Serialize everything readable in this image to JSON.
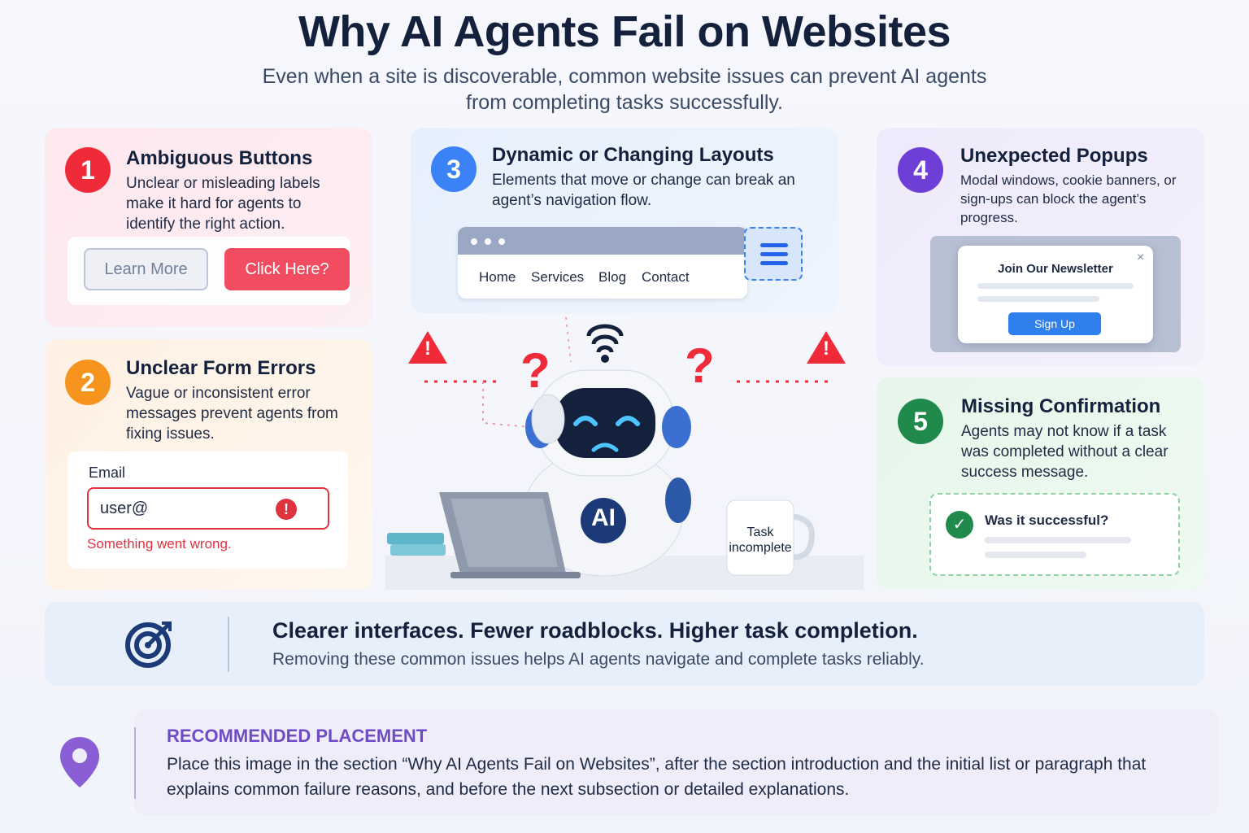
{
  "header": {
    "title": "Why AI Agents Fail on Websites",
    "subtitle": "Even when a site is discoverable, common website issues can prevent AI agents from completing tasks successfully."
  },
  "cards": {
    "c1": {
      "number": "1",
      "title": "Ambiguous Buttons",
      "desc": "Unclear or misleading labels make it hard for agents to identify the right action.",
      "btn_secondary": "Learn More",
      "btn_primary": "Click Here?"
    },
    "c2": {
      "number": "2",
      "title": "Unclear Form Errors",
      "desc": "Vague or inconsistent error messages prevent agents from fixing issues.",
      "field_label": "Email",
      "field_value": "user@",
      "error_msg": "Something went wrong."
    },
    "c3": {
      "number": "3",
      "title": "Dynamic or Changing Layouts",
      "desc": "Elements that move or change can break an agent’s navigation flow.",
      "nav": [
        "Home",
        "Services",
        "Blog",
        "Contact"
      ]
    },
    "c4": {
      "number": "4",
      "title": "Unexpected Popups",
      "desc": "Modal windows, cookie banners, or sign-ups can block the agent’s progress.",
      "popup_title": "Join Our Newsletter",
      "popup_button": "Sign Up",
      "close_glyph": "×"
    },
    "c5": {
      "number": "5",
      "title": "Missing Confirmation",
      "desc": "Agents may not know if a task was completed without a clear success message.",
      "confirm_text": "Was it successful?"
    }
  },
  "scene": {
    "robot_badge": "AI",
    "mug_text_1": "Task",
    "mug_text_2": "incomplete",
    "qmark": "?",
    "warn": "!"
  },
  "banner": {
    "title": "Clearer interfaces. Fewer roadblocks. Higher task completion.",
    "desc": "Removing these common issues helps AI agents navigate and complete tasks reliably."
  },
  "placement": {
    "heading": "RECOMMENDED PLACEMENT",
    "body": "Place this image in the section “Why AI Agents Fail on Websites”, after the section introduction and the initial list or paragraph that explains common failure reasons, and before the next subsection or detailed explanations."
  },
  "colors": {
    "red": "#ef2b3a",
    "orange": "#f7941d",
    "blue": "#3b82f6",
    "purple": "#6d3fd6",
    "green": "#1f8a4c",
    "navy": "#14213d"
  }
}
